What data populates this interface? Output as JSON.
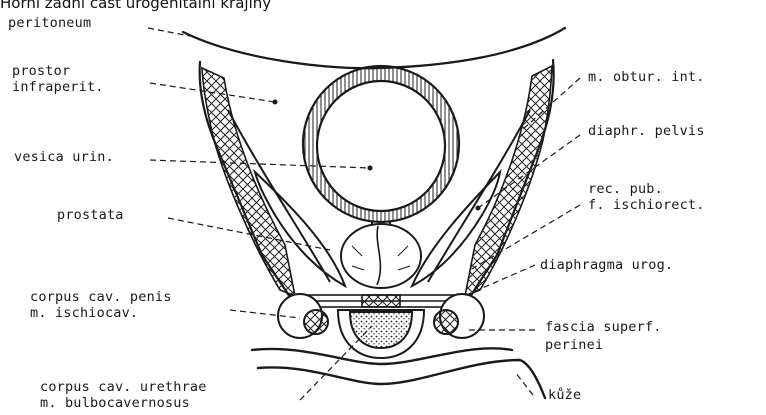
{
  "caption": "Horní zadní část urogenitální krajiny",
  "labels": {
    "peritoneum": "peritoneum",
    "prostor_1": "prostor",
    "prostor_2": "infraperit.",
    "vesica": "vesica urin.",
    "prostata": "prostata",
    "corpus_penis_1": "corpus cav. penis",
    "corpus_penis_2": "m. ischiocav.",
    "corpus_urethrae_1": "corpus cav. urethrae",
    "corpus_urethrae_2": "m. bulbocavernosus",
    "obturator": "m. obtur. int.",
    "diaphr_pelvis": "diaphr. pelvis",
    "rec_pub": "rec. pub.",
    "ischiorect": "f. ischiorect.",
    "diaphragma_urog": "diaphragma urog.",
    "fascia_1": "fascia superf.",
    "fascia_2": "perinei",
    "kuze": "kůže"
  },
  "colors": {
    "ink": "#1a1a1a",
    "paper": "#ffffff"
  }
}
